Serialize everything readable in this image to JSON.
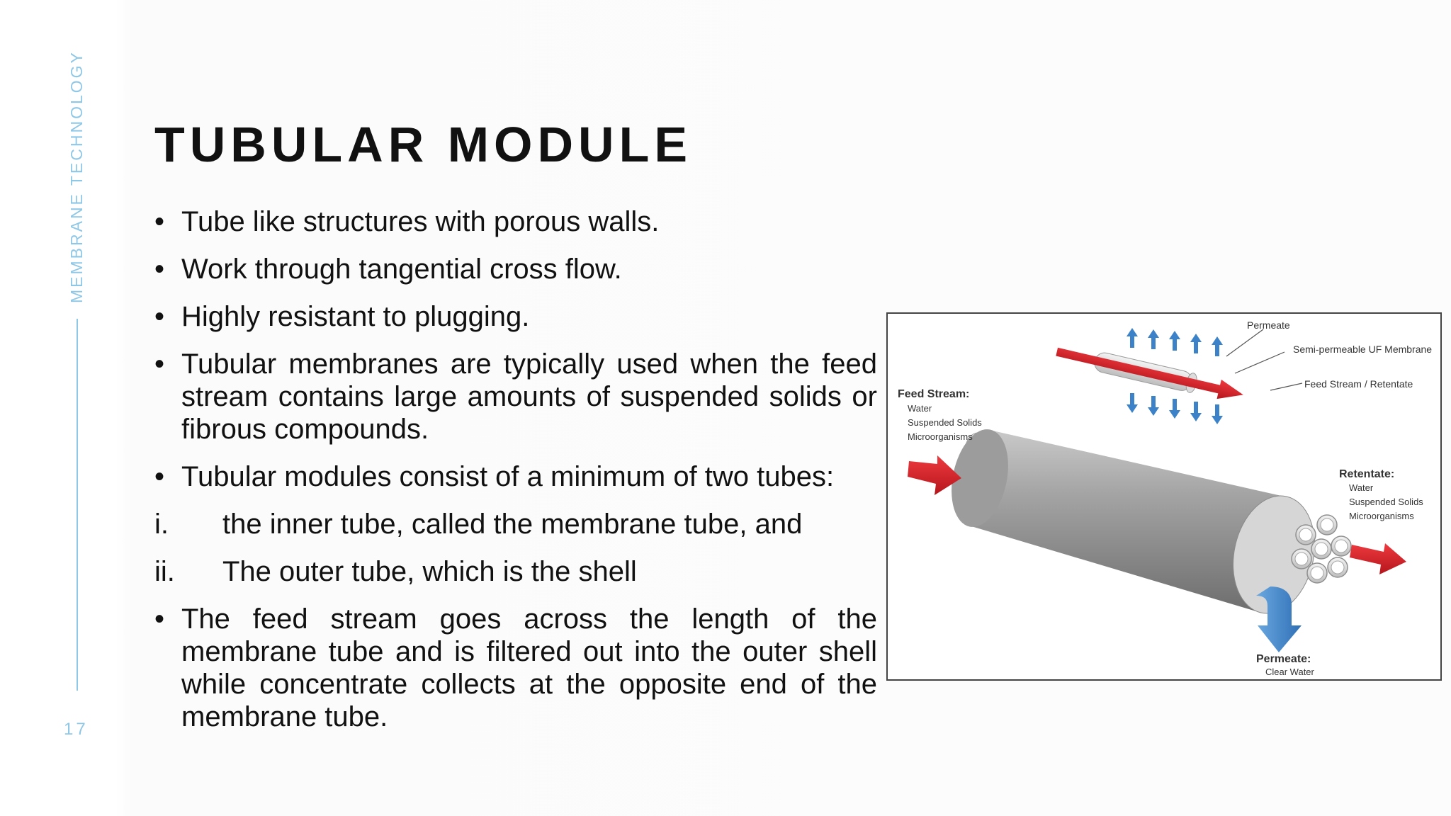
{
  "slide": {
    "side_title": "MEMBRANE TECHNOLOGY",
    "page_number": "17",
    "title": "TUBULAR  MODULE"
  },
  "bullets": [
    {
      "marker": "•",
      "text": "Tube like structures with porous walls."
    },
    {
      "marker": "•",
      "text": "Work through tangential cross flow."
    },
    {
      "marker": "•",
      "text": "Highly resistant to plugging."
    },
    {
      "marker": "•",
      "text": "Tubular membranes are typically used when the feed stream contains large amounts of suspended solids or fibrous compounds."
    },
    {
      "marker": "•",
      "text": "Tubular modules consist of a minimum of two tubes:"
    },
    {
      "marker": "i.",
      "text": "the inner tube, called the membrane tube, and"
    },
    {
      "marker": "ii.",
      "text": "The outer tube, which is the shell"
    },
    {
      "marker": "•",
      "text": "The feed stream goes across the length of the membrane tube and is filtered out into the outer shell while concentrate collects at the opposite end of the membrane tube."
    }
  ],
  "figure": {
    "label_permeate_top": "Permeate",
    "label_uf_membrane": "Semi-permeable UF Membrane",
    "label_feed_retentate": "Feed Stream / Retentate",
    "feed_stream": {
      "title": "Feed Stream:",
      "items": [
        "Water",
        "Suspended Solids",
        "Microorganisms"
      ]
    },
    "retentate": {
      "title": "Retentate:",
      "items": [
        "Water",
        "Suspended Solids",
        "Microorganisms"
      ]
    },
    "permeate": {
      "title": "Permeate:",
      "items": [
        "Clear Water"
      ]
    },
    "colors": {
      "feed_arrow": "#d7202a",
      "permeate_arrow": "#3c82c8",
      "tube_grey": "#9a9a9a"
    }
  }
}
